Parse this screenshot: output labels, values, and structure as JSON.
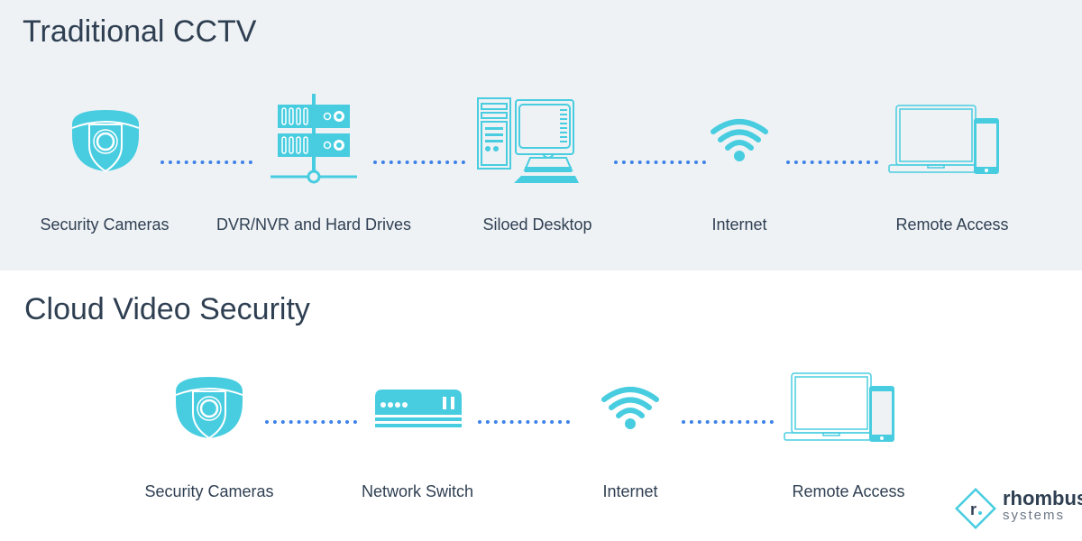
{
  "colors": {
    "icon": "#48cde0",
    "dots": "#3d82e8",
    "top_bg": "#eef2f5",
    "text": "#2f3f52"
  },
  "traditional": {
    "title": "Traditional CCTV",
    "nodes": [
      {
        "label": "Security Cameras",
        "icon": "dome-camera-icon"
      },
      {
        "label": "DVR/NVR and Hard Drives",
        "icon": "server-icon"
      },
      {
        "label": "Siloed Desktop",
        "icon": "desktop-computer-icon"
      },
      {
        "label": "Internet",
        "icon": "wifi-icon"
      },
      {
        "label": "Remote Access",
        "icon": "laptop-phone-icon"
      }
    ]
  },
  "cloud": {
    "title": "Cloud Video Security",
    "nodes": [
      {
        "label": "Security Cameras",
        "icon": "dome-camera-icon"
      },
      {
        "label": "Network Switch",
        "icon": "network-switch-icon"
      },
      {
        "label": "Internet",
        "icon": "wifi-icon"
      },
      {
        "label": "Remote Access",
        "icon": "laptop-phone-icon"
      }
    ]
  },
  "logo": {
    "mark": "r.",
    "name": "rhombus",
    "sub": "systems"
  }
}
